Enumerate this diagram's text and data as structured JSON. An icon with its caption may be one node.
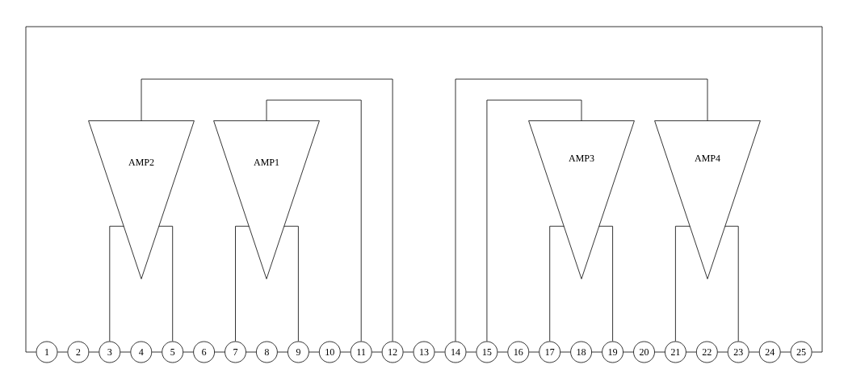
{
  "diagram": {
    "nodes": [
      {
        "text": [
          "AMP2"
        ]
      },
      {
        "text": [
          "AMP1"
        ]
      },
      {
        "text": [
          "AMP3"
        ]
      },
      {
        "text": [
          "AMP4"
        ]
      },
      {
        "text": [
          "1"
        ]
      },
      {
        "text": [
          "2"
        ]
      },
      {
        "text": [
          "3"
        ]
      },
      {
        "text": [
          "4"
        ]
      },
      {
        "text": [
          "5"
        ]
      },
      {
        "text": [
          "6"
        ]
      },
      {
        "text": [
          "7"
        ]
      },
      {
        "text": [
          "8"
        ]
      },
      {
        "text": [
          "9"
        ]
      },
      {
        "text": [
          "10"
        ]
      },
      {
        "text": [
          "11"
        ]
      },
      {
        "text": [
          "12"
        ]
      },
      {
        "text": [
          "13"
        ]
      },
      {
        "text": [
          "14"
        ]
      },
      {
        "text": [
          "15"
        ]
      },
      {
        "text": [
          "16"
        ]
      },
      {
        "text": [
          "17"
        ]
      },
      {
        "text": [
          "18"
        ]
      },
      {
        "text": [
          "19"
        ]
      },
      {
        "text": [
          "20"
        ]
      },
      {
        "text": [
          "21"
        ]
      },
      {
        "text": [
          "22"
        ]
      },
      {
        "text": [
          "23"
        ]
      },
      {
        "text": [
          "24"
        ]
      },
      {
        "text": [
          "25"
        ]
      }
    ],
    "edges": [
      {
        "from": 4,
        "to": 5,
        "arrow": "none"
      },
      {
        "from": 5,
        "to": 6,
        "arrow": "none"
      },
      {
        "from": 6,
        "to": 7,
        "arrow": "none"
      },
      {
        "from": 7,
        "to": 8,
        "arrow": "none"
      },
      {
        "from": 8,
        "to": 9,
        "arrow": "none"
      },
      {
        "from": 9,
        "to": 10,
        "arrow": "none"
      },
      {
        "from": 10,
        "to": 11,
        "arrow": "none"
      },
      {
        "from": 11,
        "to": 12,
        "arrow": "none"
      },
      {
        "from": 12,
        "to": 13,
        "arrow": "none"
      },
      {
        "from": 13,
        "to": 14,
        "arrow": "none"
      },
      {
        "from": 14,
        "to": 15,
        "arrow": "none"
      },
      {
        "from": 15,
        "to": 16,
        "arrow": "none"
      },
      {
        "from": 16,
        "to": 17,
        "arrow": "none"
      },
      {
        "from": 17,
        "to": 18,
        "arrow": "none"
      },
      {
        "from": 18,
        "to": 19,
        "arrow": "none"
      },
      {
        "from": 19,
        "to": 20,
        "arrow": "none"
      },
      {
        "from": 20,
        "to": 21,
        "arrow": "none"
      },
      {
        "from": 21,
        "to": 22,
        "arrow": "none"
      },
      {
        "from": 22,
        "to": 23,
        "arrow": "none"
      },
      {
        "from": 23,
        "to": 24,
        "arrow": "none"
      },
      {
        "from": 24,
        "to": 25,
        "arrow": "none"
      },
      {
        "from": 25,
        "to": 26,
        "arrow": "none"
      },
      {
        "from": 26,
        "to": 27,
        "arrow": "none"
      },
      {
        "from": 27,
        "to": 28,
        "arrow": "none"
      },
      {
        "from": 4,
        "to": 28,
        "arrow": "none"
      },
      {
        "from": 6,
        "to": 0,
        "arrow": "none"
      },
      {
        "from": 8,
        "to": 0,
        "arrow": "none"
      },
      {
        "from": 0,
        "to": 15,
        "arrow": "none"
      },
      {
        "from": 10,
        "to": 1,
        "arrow": "none"
      },
      {
        "from": 12,
        "to": 1,
        "arrow": "none"
      },
      {
        "from": 1,
        "to": 14,
        "arrow": "none"
      },
      {
        "from": 20,
        "to": 2,
        "arrow": "none"
      },
      {
        "from": 22,
        "to": 2,
        "arrow": "none"
      },
      {
        "from": 2,
        "to": 18,
        "arrow": "none"
      },
      {
        "from": 24,
        "to": 3,
        "arrow": "none"
      },
      {
        "from": 26,
        "to": 3,
        "arrow": "none"
      },
      {
        "from": 3,
        "to": 17,
        "arrow": "none"
      }
    ]
  }
}
